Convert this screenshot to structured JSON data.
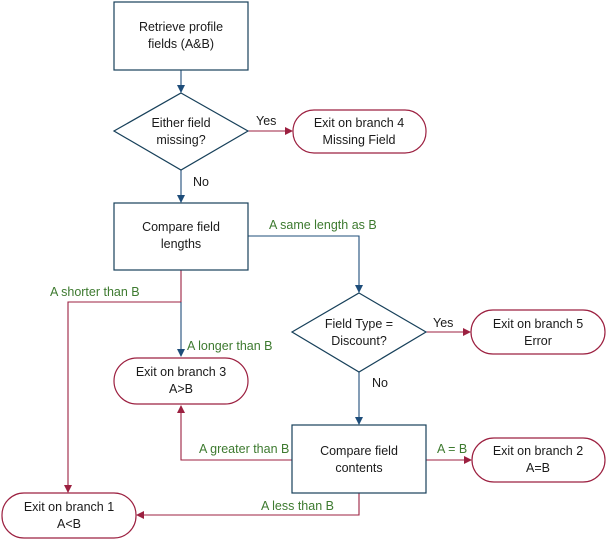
{
  "colors": {
    "process_stroke": "#17405a",
    "terminal_stroke": "#9c2040",
    "flow_arrow": "#1e4d7a",
    "exit_arrow": "#9c2040",
    "label_green": "#3d7a2f",
    "label_dark": "#1a1a1a"
  },
  "nodes": {
    "retrieve": {
      "line1": "Retrieve profile",
      "line2": "fields (A&B)"
    },
    "missing_decision": {
      "line1": "Either field",
      "line2": "missing?"
    },
    "exit4": {
      "line1": "Exit on branch 4",
      "line2": "Missing Field"
    },
    "compare_lengths": {
      "line1": "Compare field",
      "line2": "lengths"
    },
    "field_type_decision": {
      "line1": "Field Type =",
      "line2": "Discount?"
    },
    "exit5": {
      "line1": "Exit on branch 5",
      "line2": "Error"
    },
    "exit3": {
      "line1": "Exit on branch 3",
      "line2": "A>B"
    },
    "compare_contents": {
      "line1": "Compare field",
      "line2": "contents"
    },
    "exit2": {
      "line1": "Exit on branch 2",
      "line2": "A=B"
    },
    "exit1": {
      "line1": "Exit on branch 1",
      "line2": "A<B"
    }
  },
  "edge_labels": {
    "yes_missing": "Yes",
    "no_missing": "No",
    "same_length": "A same length as B",
    "shorter": "A shorter than B",
    "longer": "A longer than B",
    "yes_discount": "Yes",
    "no_discount": "No",
    "greater": "A greater than B",
    "equal": "A = B",
    "less": "A less than B"
  }
}
